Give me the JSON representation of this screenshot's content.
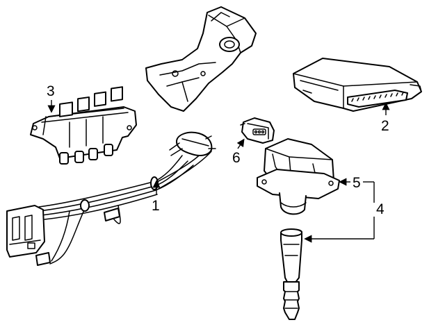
{
  "diagram": {
    "callouts": [
      {
        "id": "1",
        "label": "1"
      },
      {
        "id": "2",
        "label": "2"
      },
      {
        "id": "3",
        "label": "3"
      },
      {
        "id": "4",
        "label": "4"
      },
      {
        "id": "5",
        "label": "5"
      },
      {
        "id": "6",
        "label": "6"
      }
    ],
    "line_color": "#000000",
    "background_color": "#ffffff"
  }
}
